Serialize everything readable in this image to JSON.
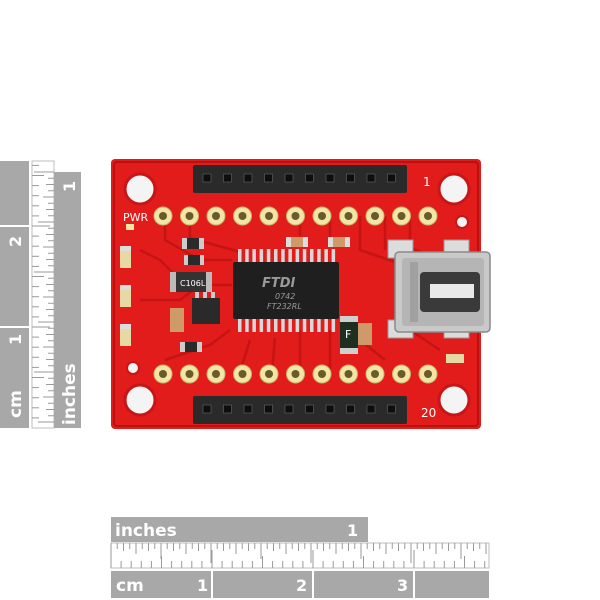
{
  "board": {
    "silkscreen": {
      "pwr": "PWR",
      "pin_first": "1",
      "pin_last": "20",
      "cap_label": "C106L",
      "fuse_label": "F"
    },
    "chip": {
      "logo": "FTDI",
      "line1": "0742",
      "line2": "FT232RL"
    },
    "colors": {
      "pcb": "#e21b1b",
      "pcb_dark": "#b91010",
      "header": "#2a2a2a",
      "pad": "#f2e6a6",
      "usb": "#c9c9c9"
    }
  },
  "vertical_ruler": {
    "inches_label": "inches",
    "inches_mark": "1",
    "cm_label": "cm",
    "cm_marks": [
      "2",
      "1"
    ]
  },
  "horizontal_ruler": {
    "inches_label": "inches",
    "inches_mark": "1",
    "cm_label": "cm",
    "cm_marks": [
      "1",
      "2",
      "3"
    ]
  }
}
